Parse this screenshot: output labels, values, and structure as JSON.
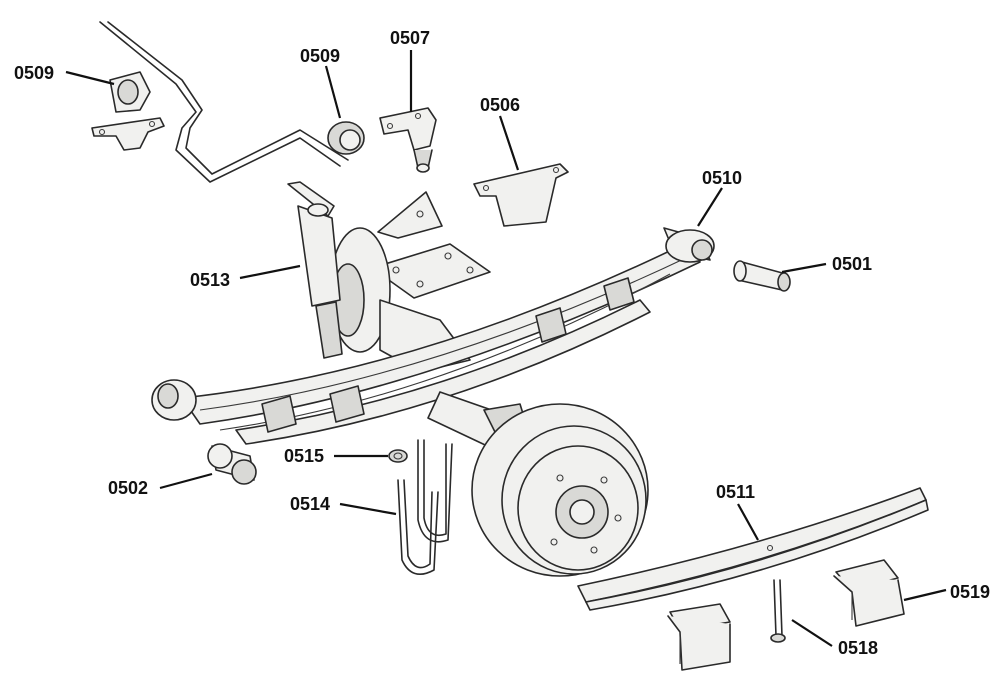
{
  "diagram": {
    "callouts": [
      {
        "id": "c0509a",
        "text": "0509"
      },
      {
        "id": "c0509b",
        "text": "0509"
      },
      {
        "id": "c0507",
        "text": "0507"
      },
      {
        "id": "c0506",
        "text": "0506"
      },
      {
        "id": "c0510",
        "text": "0510"
      },
      {
        "id": "c0501",
        "text": "0501"
      },
      {
        "id": "c0513",
        "text": "0513"
      },
      {
        "id": "c0515",
        "text": "0515"
      },
      {
        "id": "c0502",
        "text": "0502"
      },
      {
        "id": "c0514",
        "text": "0514"
      },
      {
        "id": "c0511",
        "text": "0511"
      },
      {
        "id": "c0519",
        "text": "0519"
      },
      {
        "id": "c0518",
        "text": "0518"
      }
    ]
  }
}
